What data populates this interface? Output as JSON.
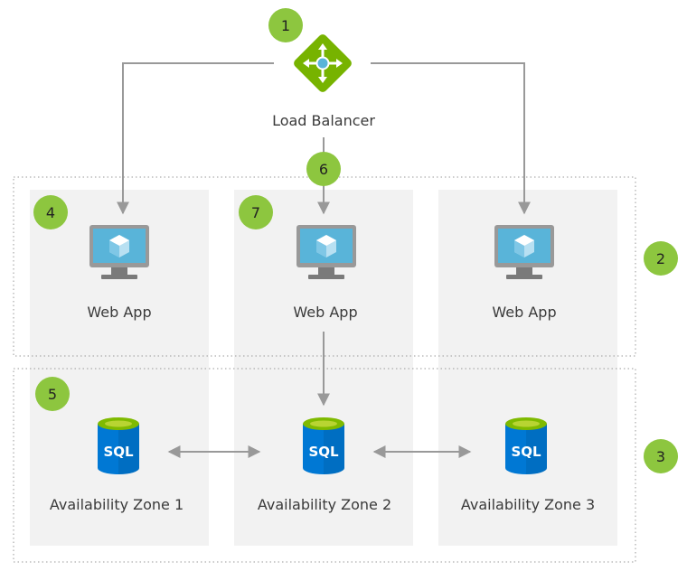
{
  "load_balancer": {
    "label": "Load Balancer"
  },
  "columns": [
    {
      "web_app_label": "Web App",
      "zone_label": "Availability Zone 1"
    },
    {
      "web_app_label": "Web App",
      "zone_label": "Availability Zone 2"
    },
    {
      "web_app_label": "Web App",
      "zone_label": "Availability Zone 3"
    }
  ],
  "badges": [
    "1",
    "2",
    "3",
    "4",
    "5",
    "6",
    "7"
  ],
  "database_icon_text": "SQL",
  "colors": {
    "badge": "#8dc63f",
    "zone_panel": "#f2f2f2",
    "arrow": "#999999",
    "monitor_screen": "#59b4d9",
    "sql_blue": "#0078d4",
    "sql_top": "#7fba00",
    "load_balancer_green": "#7fba00"
  }
}
